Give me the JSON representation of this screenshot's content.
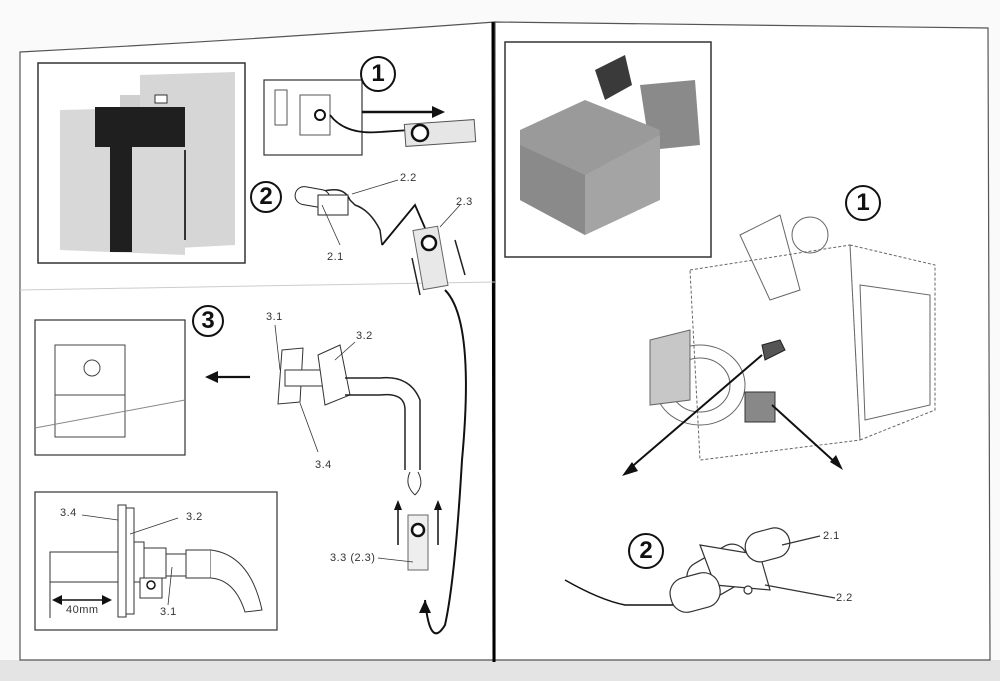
{
  "document": {
    "type": "scanned instruction manual spread",
    "left_page": {
      "photo": {
        "subject": "pellet-boiler-unit"
      },
      "step1": {
        "number": "1"
      },
      "step2": {
        "number": "2",
        "labels": {
          "a": "2.2",
          "b": "2.3",
          "c": "2.1"
        }
      },
      "step3": {
        "number": "3",
        "labels": {
          "a": "3.1",
          "b": "3.2",
          "c": "3.4",
          "d": "3.3 (2.3)"
        }
      },
      "detail": {
        "labels": {
          "a": "3.4",
          "b": "3.2",
          "c": "3.1",
          "dimension": "40mm"
        }
      }
    },
    "right_page": {
      "photo": {
        "subject": "pellet-burner-housing"
      },
      "step1": {
        "number": "1"
      },
      "step2": {
        "number": "2",
        "labels": {
          "a": "2.1",
          "b": "2.2"
        }
      }
    }
  }
}
